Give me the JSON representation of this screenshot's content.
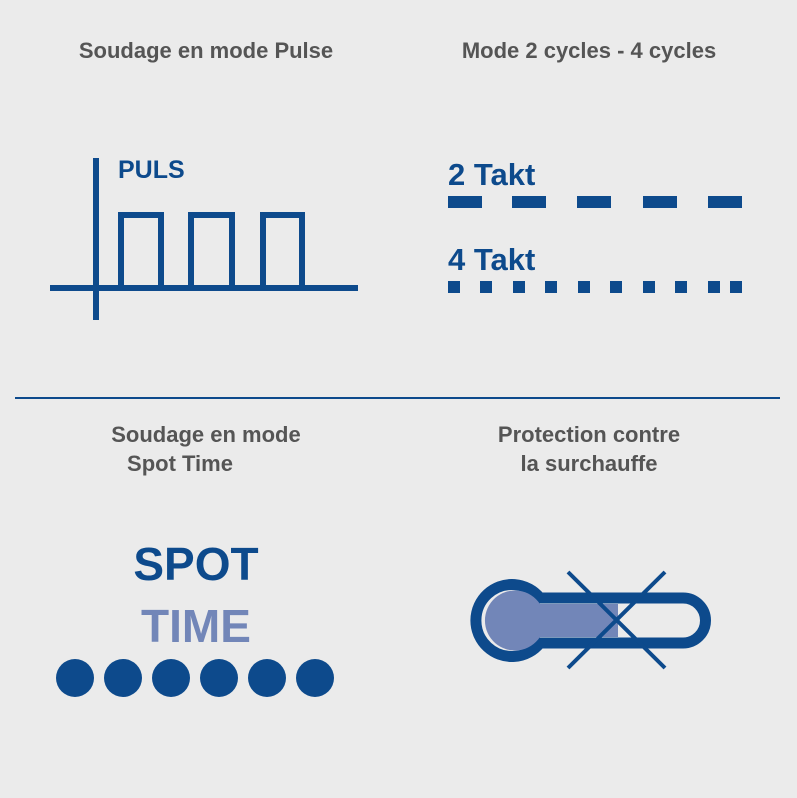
{
  "colors": {
    "background": "#ebebeb",
    "primary": "#0d4a8c",
    "secondary": "#7286b8",
    "title_text": "#555555"
  },
  "panels": {
    "pulse": {
      "title": "Soudage en mode Pulse",
      "label": "PULS"
    },
    "cycles": {
      "title": "Mode 2 cycles - 4 cycles",
      "label_2": "2 Takt",
      "label_4": "4 Takt"
    },
    "spot": {
      "title_line1": "Soudage en mode",
      "title_line2": "Spot Time",
      "word1": "SPOT",
      "word2": "TIME"
    },
    "overheat": {
      "title_line1": "Protection contre",
      "title_line2": "la surchauffe",
      "icon": "thermometer-crossed-icon"
    }
  }
}
